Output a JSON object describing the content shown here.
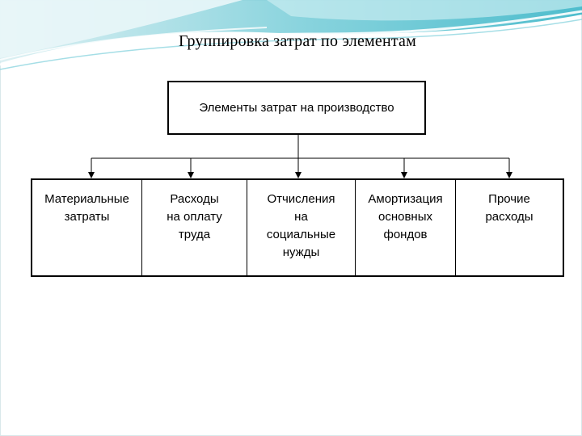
{
  "slide": {
    "title": "Группировка затрат по элементам",
    "accent_color": "#3ab7c9"
  },
  "diagram": {
    "root": {
      "label": "Элементы затрат на производство"
    },
    "children": [
      {
        "lines": [
          "Материальные",
          "затраты"
        ]
      },
      {
        "lines": [
          "Расходы",
          "на оплату",
          "труда"
        ]
      },
      {
        "lines": [
          "Отчисления",
          "на",
          "социальные",
          "нужды"
        ]
      },
      {
        "lines": [
          "Амортизация",
          "основных",
          "фондов"
        ]
      },
      {
        "lines": [
          "Прочие",
          "расходы"
        ]
      }
    ]
  }
}
